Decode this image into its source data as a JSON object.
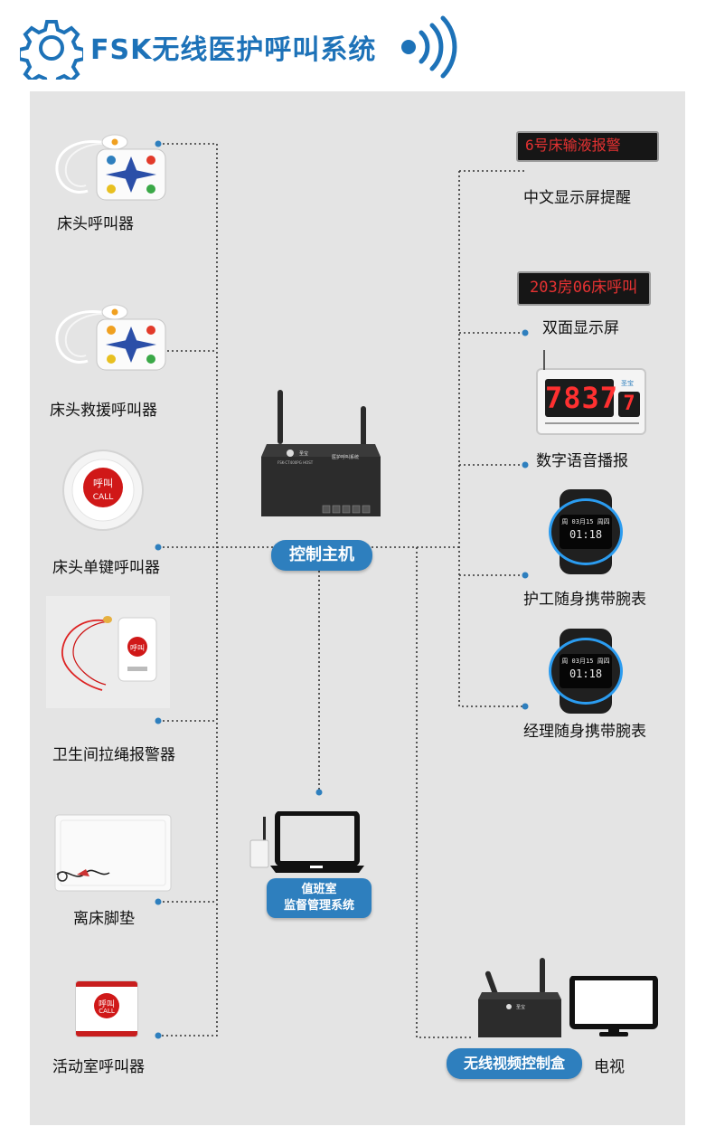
{
  "header": {
    "title": "FSK无线医护呼叫系统",
    "gear_icon": "gear-icon",
    "signal_icon": "wifi-signal-icon",
    "title_color": "#1d72b8"
  },
  "hub": {
    "label": "控制主机",
    "host_brand": "圣宝",
    "host_panel_text": "医护呼叫系统",
    "host_model": "FSK-CT400PG HOST"
  },
  "left_devices": [
    {
      "label": "床头呼叫器"
    },
    {
      "label": "床头救援呼叫器"
    },
    {
      "label": "床头单键呼叫器"
    },
    {
      "label": "卫生间拉绳报警器"
    },
    {
      "label": "离床脚垫"
    },
    {
      "label": "活动室呼叫器"
    }
  ],
  "right_devices": [
    {
      "label": "中文显示屏提醒",
      "screen_text": "6号床输液报警"
    },
    {
      "label": "双面显示屏",
      "screen_text": "203房06床呼叫"
    },
    {
      "label": "数字语音播报",
      "digits": "7837",
      "digit_small": "7",
      "brand": "圣宝"
    },
    {
      "label": "护工随身携带腕表",
      "watch_line1": "周 03月15 周四",
      "watch_line2": "01:18"
    },
    {
      "label": "经理随身携带腕表",
      "watch_line1": "周 03月15 周四",
      "watch_line2": "01:18"
    }
  ],
  "duty_room": {
    "line1": "值班室",
    "line2": "监督管理系统"
  },
  "video_box": {
    "label": "无线视频控制盒",
    "brand": "圣宝",
    "tv_label": "电视"
  },
  "call_button_text": {
    "cn": "呼叫",
    "en": "CALL"
  },
  "colors": {
    "accent": "#2e7fbe",
    "panel": "#e4e4e4",
    "led_red": "#e63232",
    "watch_ring": "#2b9cf0"
  }
}
